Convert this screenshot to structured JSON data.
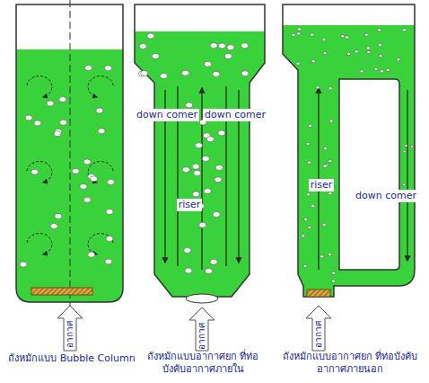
{
  "diagram": {
    "labels": [
      "down comer",
      "down comer",
      "riser",
      "riser",
      "down comer",
      "อากาศ",
      "อากาศ",
      "อากาศ",
      "ถังหมักแบบ Bubble Column",
      "ถังหมักแบบอากาศยก ที่ท่อบังคับอากาศภายใน",
      "ถังหมักแบบอากาศยก ที่ท่อบังคับอากาศภายนอก"
    ]
  }
}
